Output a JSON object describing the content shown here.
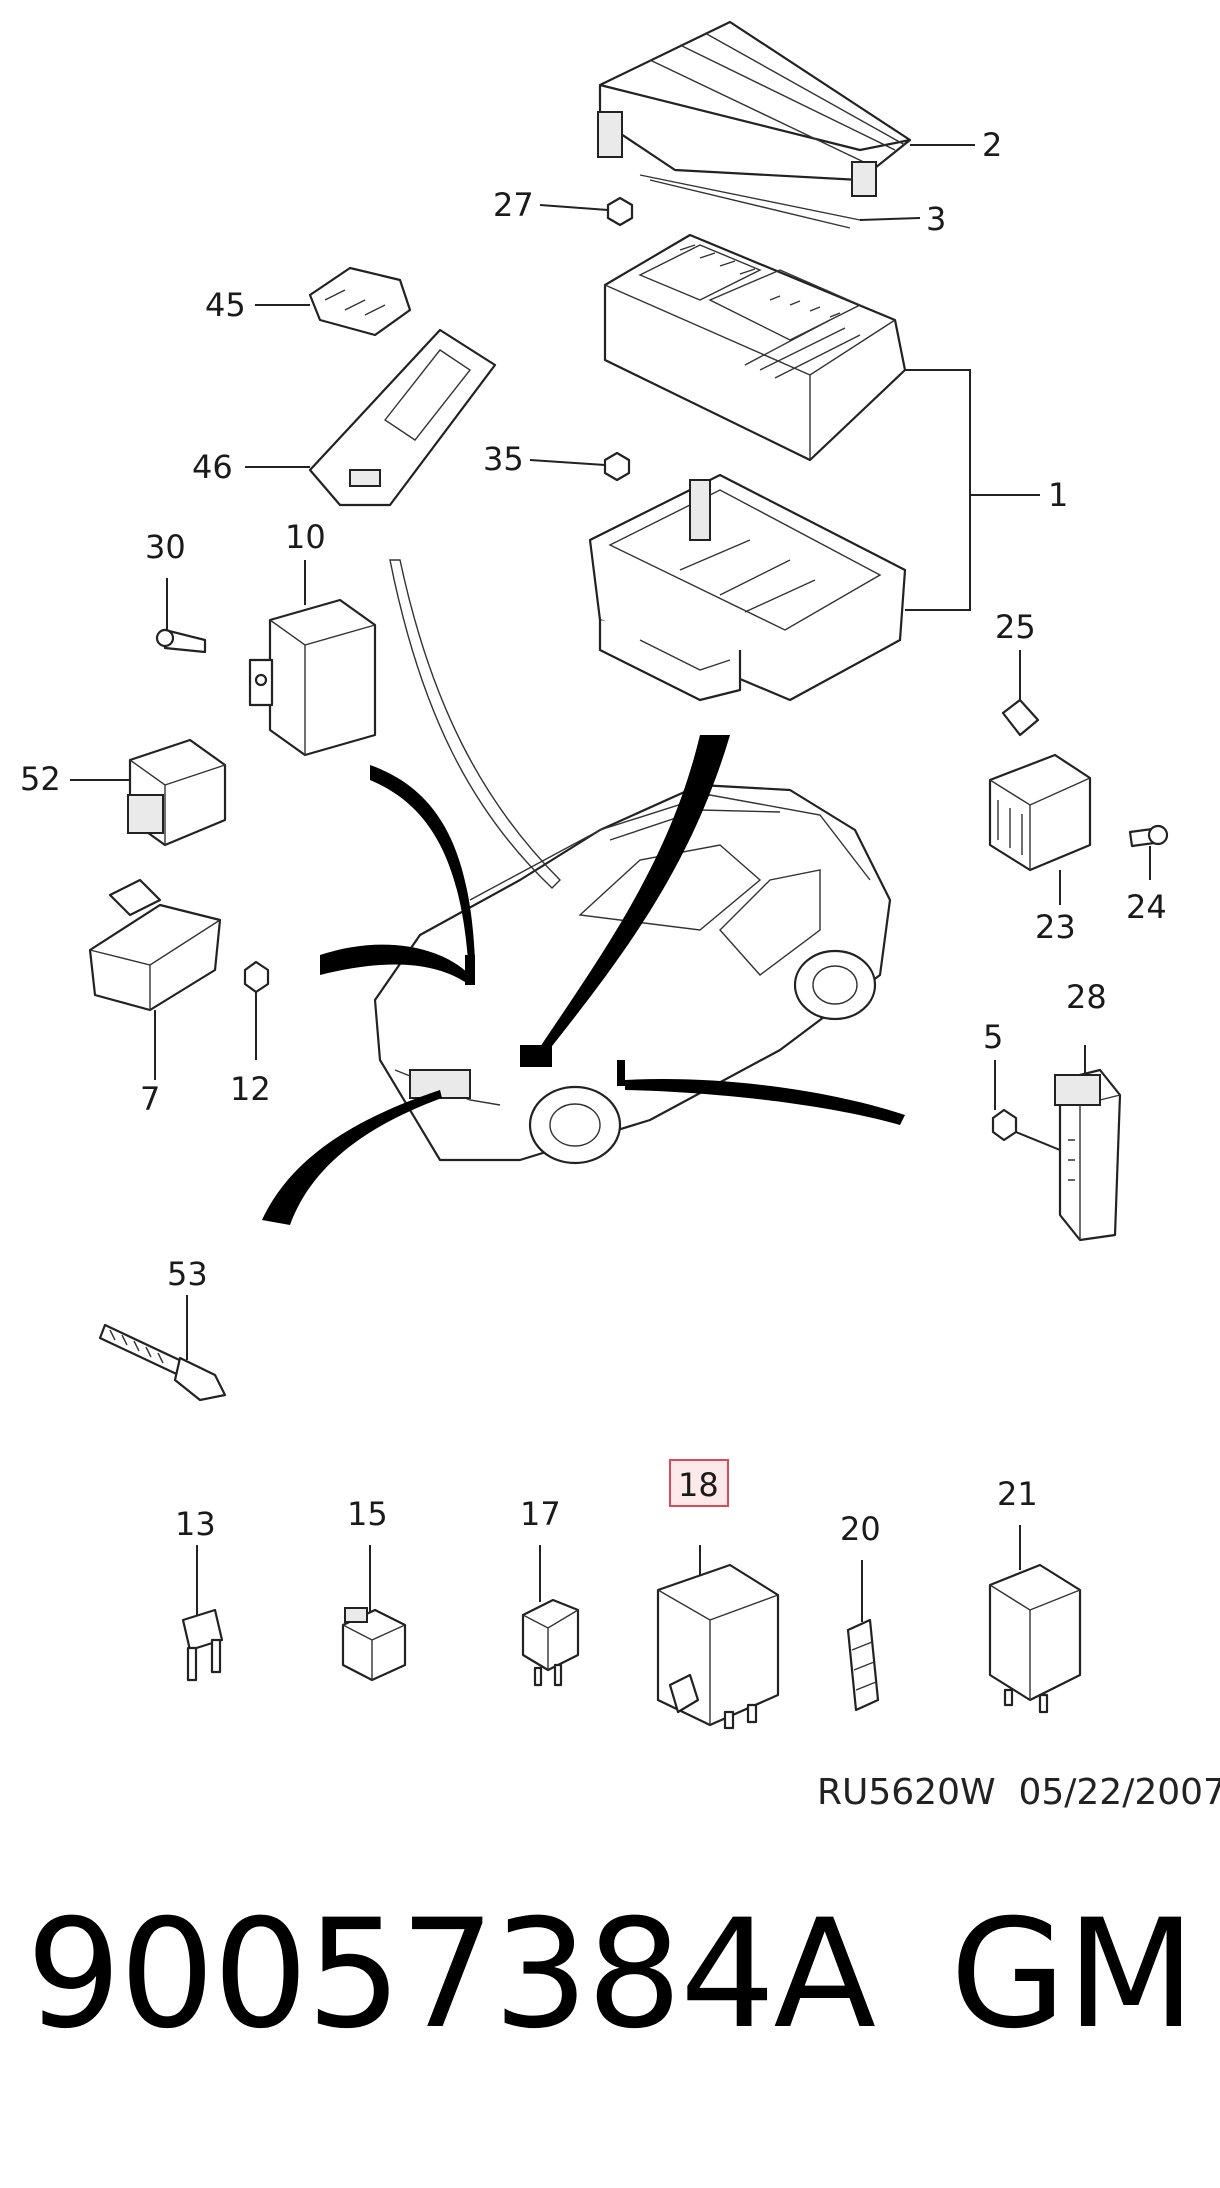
{
  "callouts": {
    "c1": "1",
    "c2": "2",
    "c3": "3",
    "c5": "5",
    "c7": "7",
    "c10": "10",
    "c12": "12",
    "c13": "13",
    "c15": "15",
    "c17": "17",
    "c18": "18",
    "c20": "20",
    "c21": "21",
    "c23": "23",
    "c24": "24",
    "c25": "25",
    "c27": "27",
    "c28": "28",
    "c30": "30",
    "c35": "35",
    "c45": "45",
    "c46": "46",
    "c52": "52",
    "c53": "53"
  },
  "highlighted_callout": "18",
  "reference_code": "RU5620W  05/22/2007",
  "part_number": "90057384A",
  "brand": "GM",
  "colors": {
    "highlight_fill": "#fde8ea",
    "highlight_stroke": "#d94a5a"
  }
}
